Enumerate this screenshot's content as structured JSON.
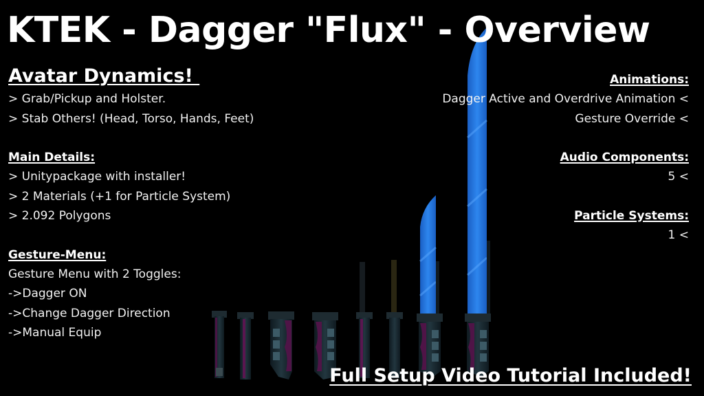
{
  "title": "KTEK - Dagger \"Flux\" - Overview",
  "left": {
    "avatar_dynamics": {
      "heading": "Avatar Dynamics! ",
      "items": [
        "> Grab/Pickup and Holster.",
        "> Stab Others! (Head, Torso, Hands, Feet)"
      ]
    },
    "main_details": {
      "heading": "Main Details:",
      "items": [
        "> Unitypackage with installer!",
        "> 2 Materials (+1 for Particle System)",
        "> 2.092 Polygons"
      ]
    },
    "gesture_menu": {
      "heading": "Gesture-Menu:",
      "intro": "Gesture Menu with 2 Toggles:",
      "items": [
        "->Dagger ON",
        "->Change Dagger Direction",
        "->Manual Equip"
      ]
    }
  },
  "right": {
    "animations": {
      "heading": "Animations:",
      "items": [
        "Dagger Active and Overdrive Animation <",
        "Gesture Override <"
      ]
    },
    "audio_components": {
      "heading": "Audio Components:",
      "value": "5 <"
    },
    "particle_systems": {
      "heading": "Particle Systems:",
      "value": "1 <"
    }
  },
  "footer": "Full Setup Video Tutorial Included!",
  "colors": {
    "background": "#000000",
    "text": "#ffffff",
    "blade_blue": "#1e6fd9",
    "handle_dark": "#1b2a33",
    "handle_accent": "#5a1650"
  }
}
